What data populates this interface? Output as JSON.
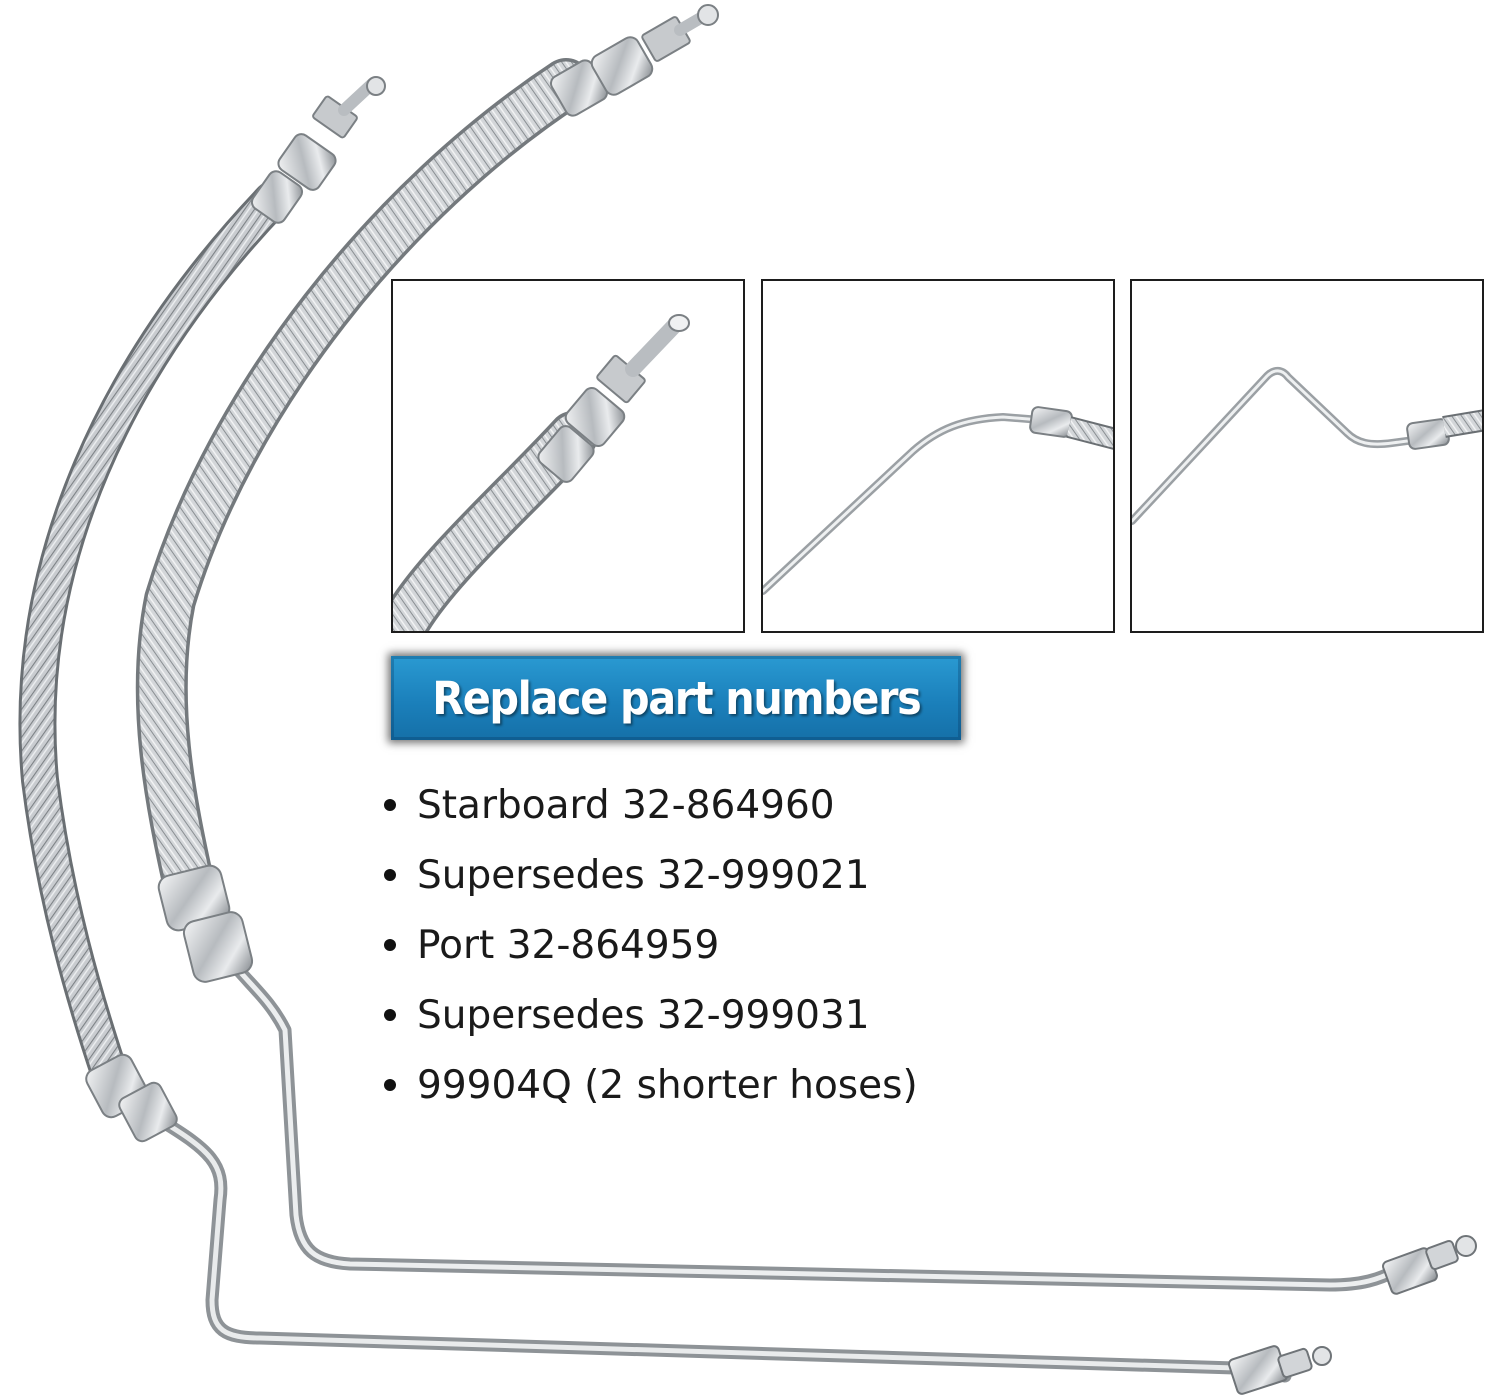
{
  "banner": {
    "title": "Replace part numbers"
  },
  "part_numbers": [
    {
      "label": "Starboard 32-864960"
    },
    {
      "label": "Supersedes 32-999021"
    },
    {
      "label": "Port 32-864959"
    },
    {
      "label": "Supersedes 32-999031"
    },
    {
      "label": "99904Q (2 shorter hoses)"
    }
  ],
  "detail_panels": [
    {
      "depicts": "braided hose end fitting close-up"
    },
    {
      "depicts": "tube bend and ferrule close-up (single bend)"
    },
    {
      "depicts": "tube bend and ferrule close-up (double bend)"
    }
  ],
  "colors": {
    "banner_blue": "#1b80bb",
    "steel_light": "#e4e6e8",
    "steel_mid": "#a9adb1",
    "steel_dark": "#6f7478",
    "panel_border": "#1d1d1d",
    "text": "#1a1a1a"
  }
}
